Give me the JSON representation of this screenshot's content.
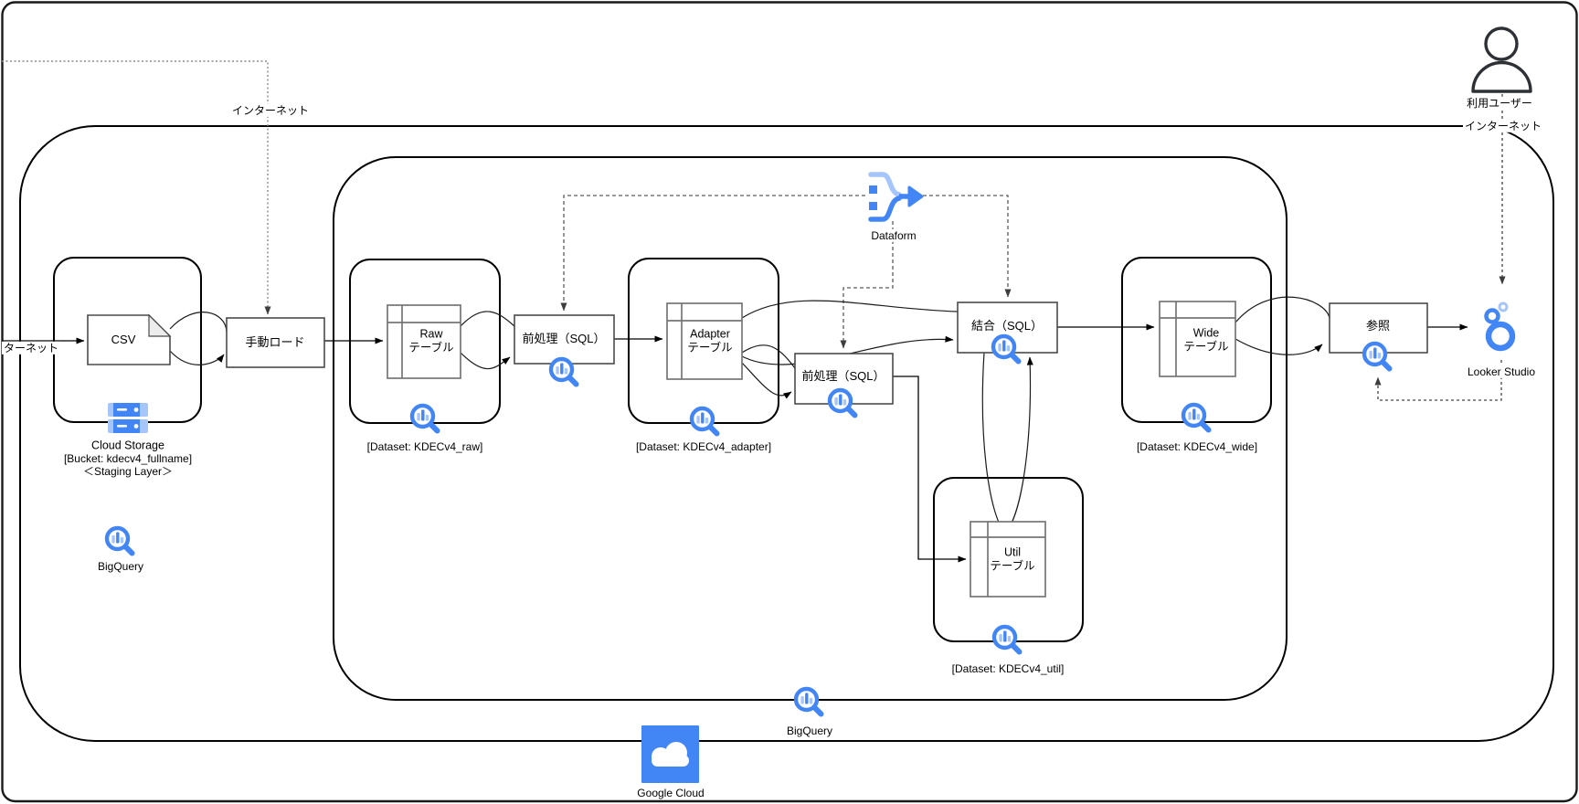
{
  "labels": {
    "internet_top": "インターネット",
    "internet_left_cut": "ターネット",
    "internet_right": "インターネット",
    "user": "利用ユーザー"
  },
  "nodes": {
    "csv": "CSV",
    "manual_load": "手動ロード",
    "preprocess_sql_1": "前処理（SQL）",
    "preprocess_sql_2": "前処理（SQL）",
    "join_sql": "結合（SQL）",
    "reference": "参照"
  },
  "tables": {
    "raw": {
      "line1": "Raw",
      "line2": "テーブル"
    },
    "adapter": {
      "line1": "Adapter",
      "line2": "テーブル"
    },
    "util": {
      "line1": "Util",
      "line2": "テーブル"
    },
    "wide": {
      "line1": "Wide",
      "line2": "テーブル"
    }
  },
  "datasets": {
    "raw": "[Dataset: KDECv4_raw]",
    "adapter": "[Dataset: KDECv4_adapter]",
    "util": "[Dataset: KDECv4_util]",
    "wide": "[Dataset: KDECv4_wide]"
  },
  "storage": {
    "title": "Cloud Storage",
    "bucket": "[Bucket: kdecv4_fullname]",
    "layer": "＜Staging Layer＞"
  },
  "services": {
    "bigquery_left": "BigQuery",
    "bigquery_bottom": "BigQuery",
    "dataform": "Dataform",
    "looker_studio": "Looker Studio",
    "google_cloud": "Google Cloud"
  },
  "icons": {
    "bigquery": "magnifying-glass-with-bar-chart",
    "cloud_storage": "stacked-server-bars",
    "dataform": "merge-fork-arrow",
    "looker_studio": "circle-chain",
    "google_cloud": "white-cloud-on-blue-square",
    "user": "person-silhouette"
  },
  "colors": {
    "google_blue": "#4285F4",
    "light_blue": "#A6C5FA",
    "container_stroke": "#000000",
    "box_stroke": "#4a4a4a",
    "table_stroke": "#757575",
    "dashed_line": "#5c5c5c",
    "dotted_line": "#8a8a8a"
  }
}
